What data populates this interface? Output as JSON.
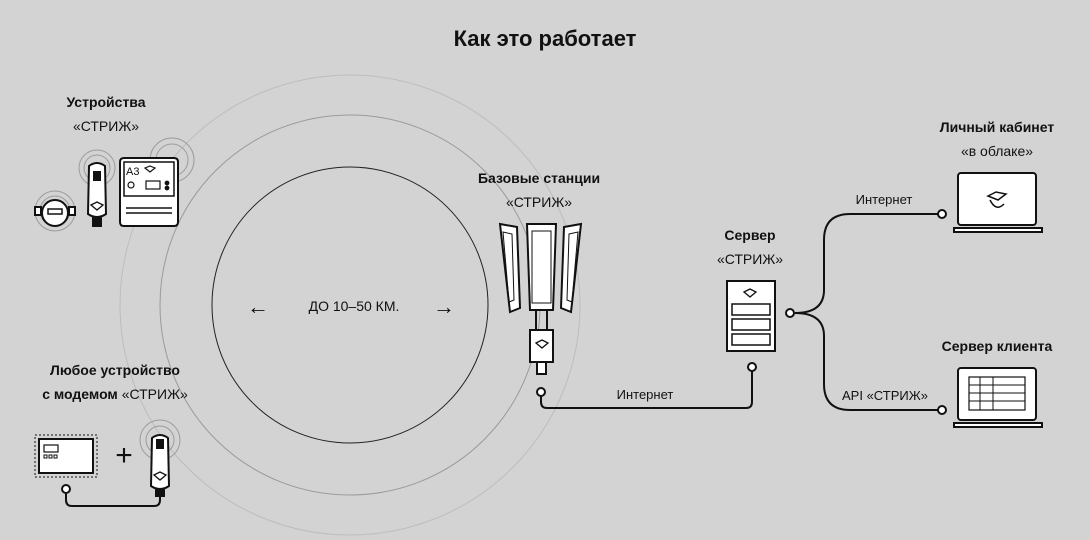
{
  "title": "Как это работает",
  "devices": {
    "line1": "Устройства",
    "line2": "«СТРИЖ»"
  },
  "modem": {
    "line1": "Любое устройство",
    "line2_bold": "с модемом",
    "line2_light": "«СТРИЖ»"
  },
  "distance": {
    "label": "ДО 10–50 КМ.",
    "left_arrow": "←",
    "right_arrow": "→"
  },
  "base_stations": {
    "line1": "Базовые станции",
    "line2": "«СТРИЖ»"
  },
  "server": {
    "line1": "Сервер",
    "line2": "«СТРИЖ»"
  },
  "cabinet": {
    "line1": "Личный кабинет",
    "line2": "«в облаке»"
  },
  "client_server": {
    "line1": "Сервер клиента"
  },
  "links": {
    "internet_1": "Интернет",
    "internet_2": "Интернет",
    "api": "API «СТРИЖ»"
  },
  "meter_label": "A3",
  "plus": "+"
}
